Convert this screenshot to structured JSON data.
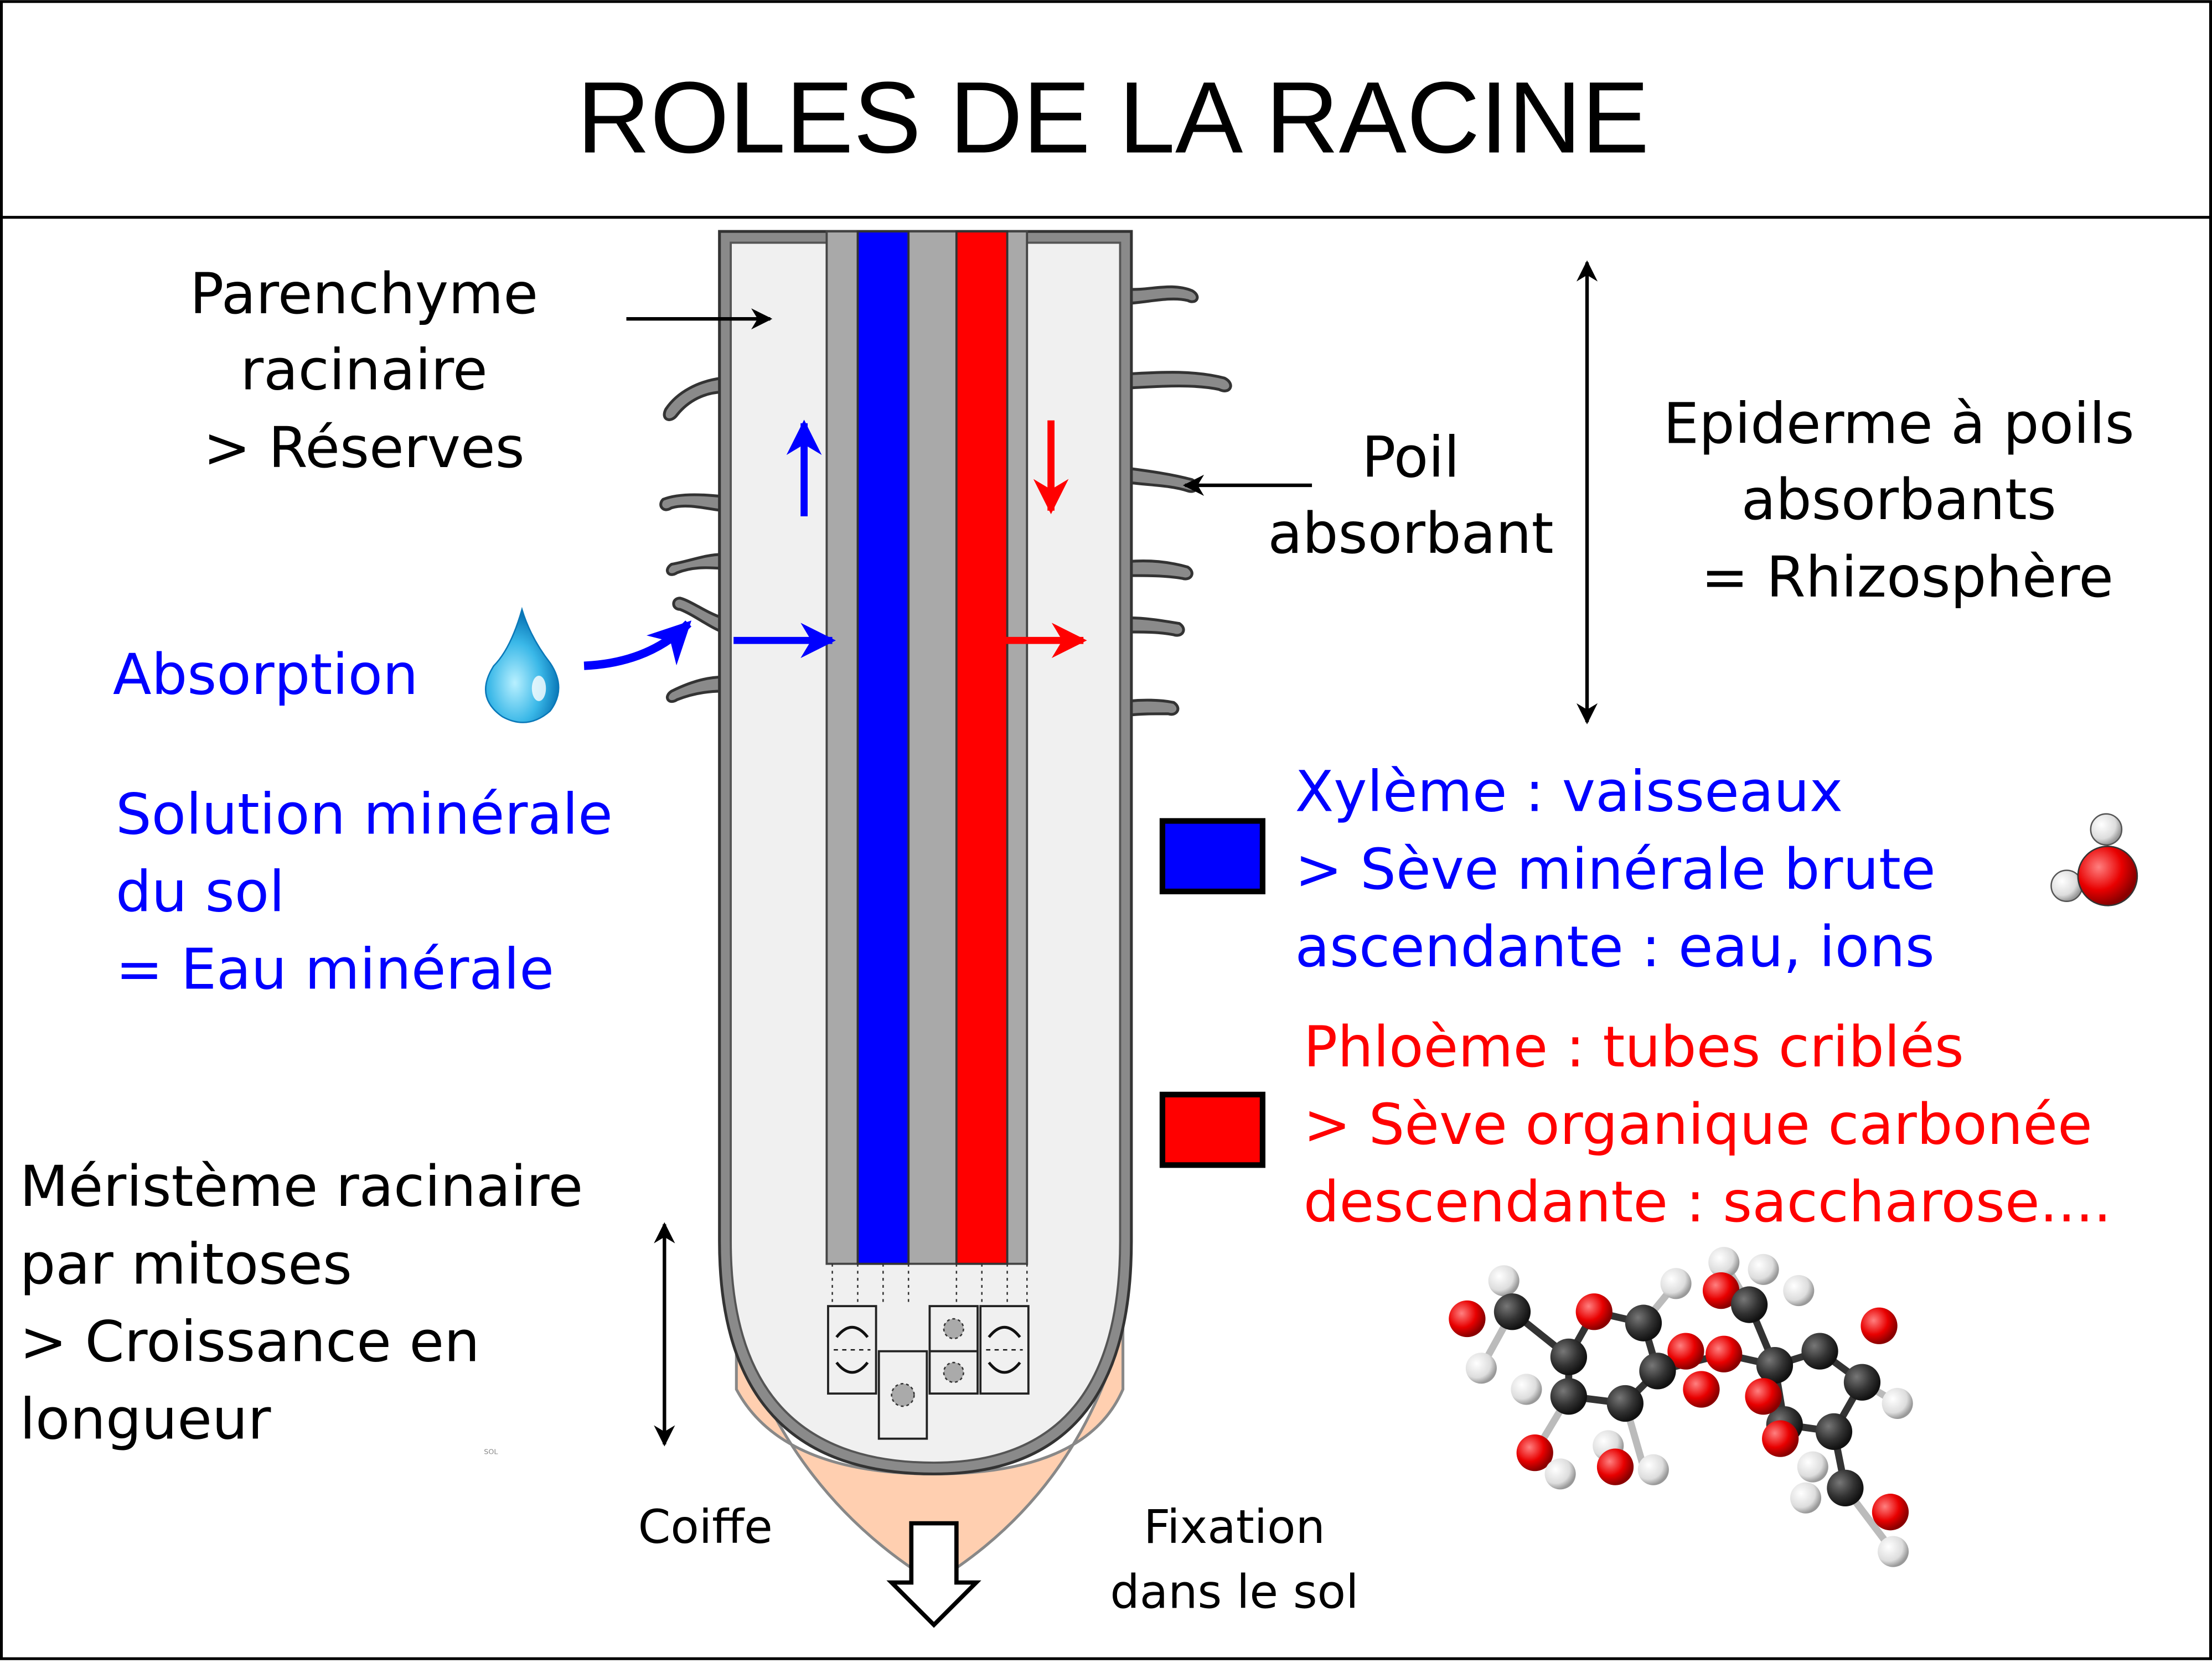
{
  "title": "ROLES DE LA RACINE",
  "labels": {
    "parenchyme": [
      "Parenchyme",
      "racinaire",
      "> Réserves"
    ],
    "poil": [
      "Poil",
      "absorbant"
    ],
    "epiderme": [
      "Epiderme à poils",
      "absorbants",
      "= Rhizosphère"
    ],
    "absorption": "Absorption",
    "solution": [
      "Solution minérale",
      "du sol",
      "= Eau minérale"
    ],
    "xyleme": [
      "Xylème : vaisseaux",
      "> Sève minérale brute",
      "ascendante : eau, ions"
    ],
    "phloeme": [
      "Phloème : tubes criblés",
      "> Sève organique carbonée",
      "descendante : saccharose...."
    ],
    "meristeme": [
      "Méristème racinaire",
      "par mitoses",
      "> Croissance en",
      "longueur"
    ],
    "coiffe": "Coiffe",
    "fixation": [
      "Fixation",
      "dans le sol"
    ],
    "sol": "SOL"
  },
  "colors": {
    "xylem": "#0000ff",
    "phloem": "#ff0000",
    "blue_text": "#0000ff",
    "red_text": "#ff0000",
    "cap": "#ffcfb0",
    "tissue": "#f0f0f0",
    "wall": "#a9a9a9"
  },
  "icons": {
    "water_drop": "water-drop-icon",
    "water_molecule": "water-molecule-icon",
    "sucrose_molecule": "sucrose-molecule-icon"
  }
}
